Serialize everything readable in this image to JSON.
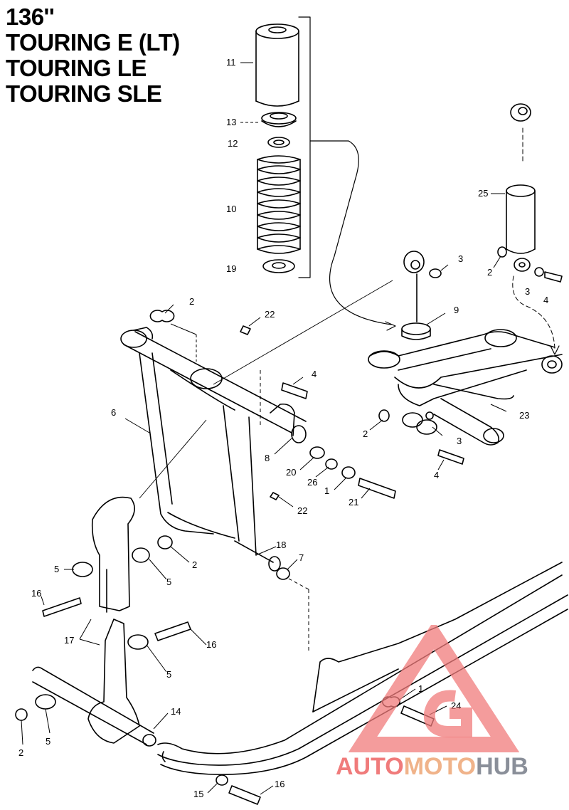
{
  "title": {
    "lines": [
      "136''",
      "TOURING E (LT)",
      "TOURING LE",
      "TOURING SLE"
    ]
  },
  "callouts": [
    "11",
    "13",
    "12",
    "10",
    "19",
    "25",
    "2",
    "3",
    "4",
    "3",
    "9",
    "2",
    "22",
    "4",
    "6",
    "23",
    "2",
    "3",
    "8",
    "20",
    "26",
    "1",
    "4",
    "21",
    "22",
    "2",
    "18",
    "7",
    "5",
    "5",
    "16",
    "17",
    "16",
    "5",
    "14",
    "2",
    "5",
    "1",
    "24",
    "15",
    "16"
  ],
  "watermark": {
    "part1": "AUTO",
    "part2": "MOTO",
    "part3": "HUB",
    "colors": {
      "red": "#f07b7b",
      "orange": "#f0b38a",
      "gray": "#8a8f99"
    }
  }
}
